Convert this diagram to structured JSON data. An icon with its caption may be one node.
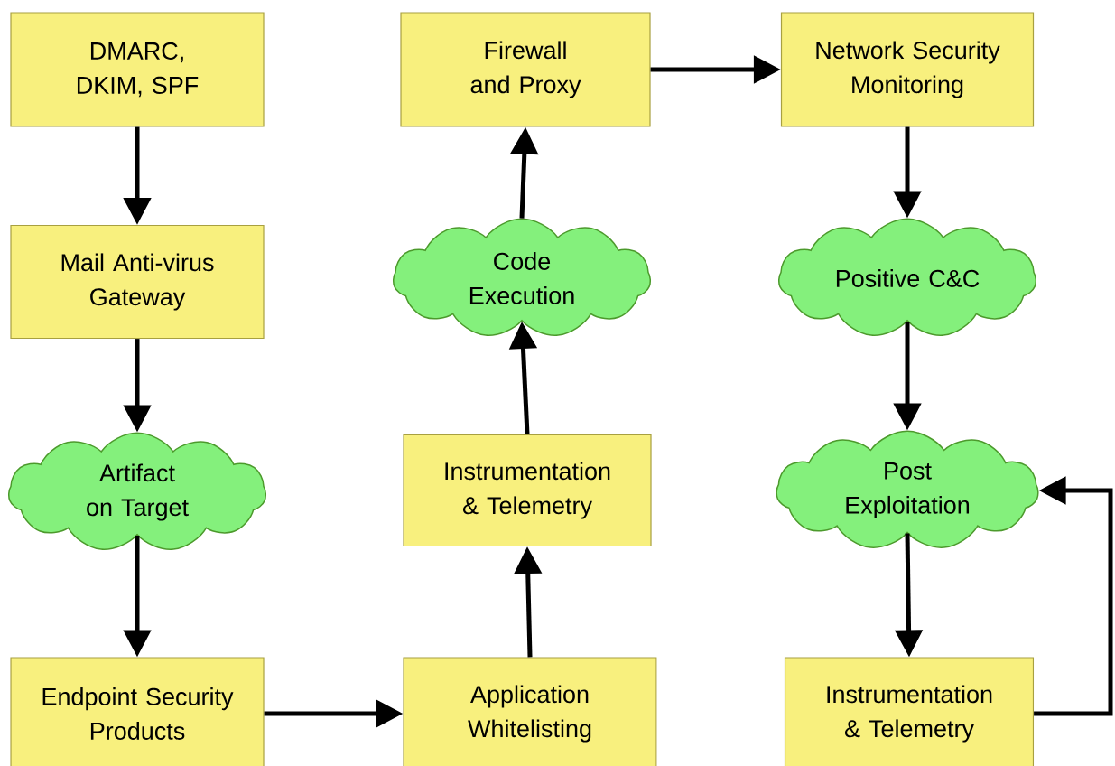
{
  "diagram": {
    "nodes": [
      {
        "text": [
          "DMARC, DKIM, SPF"
        ]
      },
      {
        "text": [
          "Mail Anti-virus Gateway"
        ]
      },
      {
        "text": [
          "Artifact on Target"
        ]
      },
      {
        "text": [
          "Endpoint Security Products"
        ]
      },
      {
        "text": [
          "Application Whitelisting"
        ]
      },
      {
        "text": [
          "Instrumentation & Telemetry"
        ]
      },
      {
        "text": [
          "Code Execution"
        ]
      },
      {
        "text": [
          "Firewall and Proxy"
        ]
      },
      {
        "text": [
          "Network Security Monitoring"
        ]
      },
      {
        "text": [
          "Positive C&C"
        ]
      },
      {
        "text": [
          "Post Exploitation"
        ]
      },
      {
        "text": [
          "Instrumentation & Telemetry"
        ]
      }
    ],
    "edges": [
      {
        "from": 0,
        "to": 1,
        "arrow": "to"
      },
      {
        "from": 1,
        "to": 2,
        "arrow": "to"
      },
      {
        "from": 2,
        "to": 3,
        "arrow": "to"
      },
      {
        "from": 3,
        "to": 4,
        "arrow": "to"
      },
      {
        "from": 4,
        "to": 5,
        "arrow": "to"
      },
      {
        "from": 5,
        "to": 6,
        "arrow": "to"
      },
      {
        "from": 6,
        "to": 7,
        "arrow": "to"
      },
      {
        "from": 7,
        "to": 8,
        "arrow": "to"
      },
      {
        "from": 8,
        "to": 9,
        "arrow": "to"
      },
      {
        "from": 9,
        "to": 10,
        "arrow": "to"
      },
      {
        "from": 10,
        "to": 11,
        "arrow": "to"
      },
      {
        "from": 11,
        "to": 10,
        "arrow": "to"
      }
    ]
  }
}
